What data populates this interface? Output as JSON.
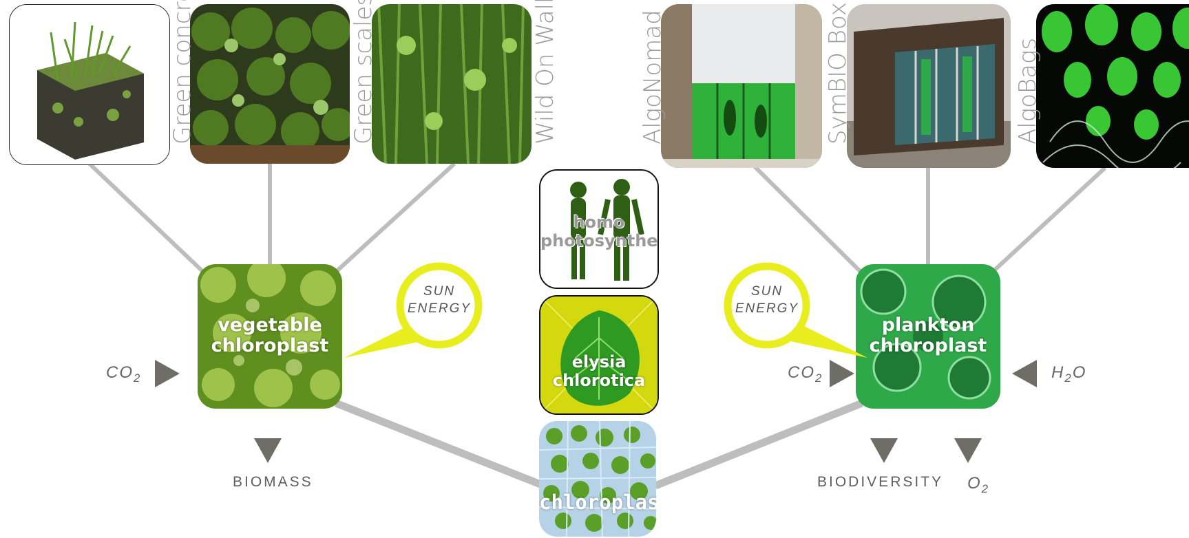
{
  "top_left": [
    {
      "label": "Green concrete",
      "icon": "green-concrete-cube-image"
    },
    {
      "label": "Green scales",
      "icon": "green-scales-wall-image"
    },
    {
      "label": "Wild On Wall",
      "icon": "wild-on-wall-image"
    }
  ],
  "top_right": [
    {
      "label": "AlgoNomad",
      "icon": "algonomad-pavilion-image"
    },
    {
      "label": "SymBIO Box",
      "icon": "symbio-box-image"
    },
    {
      "label": "AlgoBags",
      "icon": "algobags-image"
    }
  ],
  "left_node": {
    "line1": "vegetable",
    "line2": "chloroplast"
  },
  "right_node": {
    "line1": "plankton",
    "line2": "chloroplast"
  },
  "center": {
    "homo": {
      "line1": "homo",
      "line2": "photosynthesis"
    },
    "elysia": {
      "line1": "elysia",
      "line2": "chlorotica"
    },
    "chloroplast": "chloroplast"
  },
  "sun": {
    "line1": "SUN",
    "line2": "ENERGY"
  },
  "inputs": {
    "co2": "CO",
    "co2_sub": "2",
    "h2o_main": "H",
    "h2o_sub": "2",
    "h2o_tail": "O"
  },
  "outputs": {
    "biomass": "BIOMASS",
    "biodiversity": "BIODIVERSITY",
    "o2": "O",
    "o2_sub": "2"
  },
  "colors": {
    "sun": "#e8ee1e",
    "connector": "#bdbdbd",
    "arrow": "#6e6e66",
    "vegetation": "#5f8f1e",
    "plankton": "#2fa84a"
  }
}
